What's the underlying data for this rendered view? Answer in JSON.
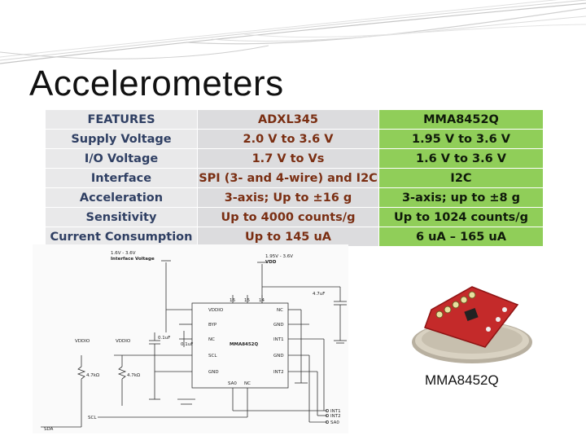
{
  "slide": {
    "title": "Accelerometers",
    "caption": "MMA8452Q"
  },
  "table": {
    "headers": [
      "FEATURES",
      "ADXL345",
      "MMA8452Q"
    ],
    "rows": [
      [
        "Supply Voltage",
        "2.0 V to 3.6 V",
        "1.95 V to 3.6 V"
      ],
      [
        "I/O Voltage",
        "1.7 V to Vs",
        "1.6 V to 3.6 V"
      ],
      [
        "Interface",
        "SPI (3- and 4-wire) and I2C",
        "I2C"
      ],
      [
        "Acceleration",
        "3-axis; Up to ±16 g",
        "3-axis; up to ±8 g"
      ],
      [
        "Sensitivity",
        "Up to 4000 counts/g",
        "Up to 1024 counts/g"
      ],
      [
        "Current Consumption",
        "Up to 145 uA",
        "6 uA – 165 uA"
      ]
    ]
  },
  "schematic": {
    "interface_voltage_top": "1.6V - 3.6V",
    "interface_voltage_bottom": "Interface Voltage",
    "vdd_top": "1.95V - 3.6V",
    "vdd_bottom": "VDD",
    "chip_label": "MMA8452Q",
    "cap_top": "4.7uF",
    "cap_mid1": "0.1uF",
    "cap_mid2": "0.1uF",
    "vddio_left": "VDDIO",
    "vddio_right": "VDDIO",
    "res_left": "4.7kΩ",
    "res_right": "4.7kΩ",
    "pin_top_a": "16",
    "pin_top_b": "15",
    "pin_top_c": "14",
    "pin_l1": "VDDIO",
    "pin_l2": "BYP",
    "pin_l3": "NC",
    "pin_l4": "SCL",
    "pin_l5": "GND",
    "pin_r1": "NC",
    "pin_r2": "GND",
    "pin_r3": "INT1",
    "pin_r4": "GND",
    "pin_r5": "INT2",
    "pin_b1": "SA0",
    "pin_b2": "NC",
    "net_scl": "SCL",
    "net_sda": "SDA",
    "net_int1": "INT1",
    "net_int2": "INT2",
    "net_sa0": "SA0"
  },
  "colors": {
    "features_col": "#e9e9ea",
    "adxl_col": "#dcdcde",
    "mma_col": "#90ce59"
  }
}
